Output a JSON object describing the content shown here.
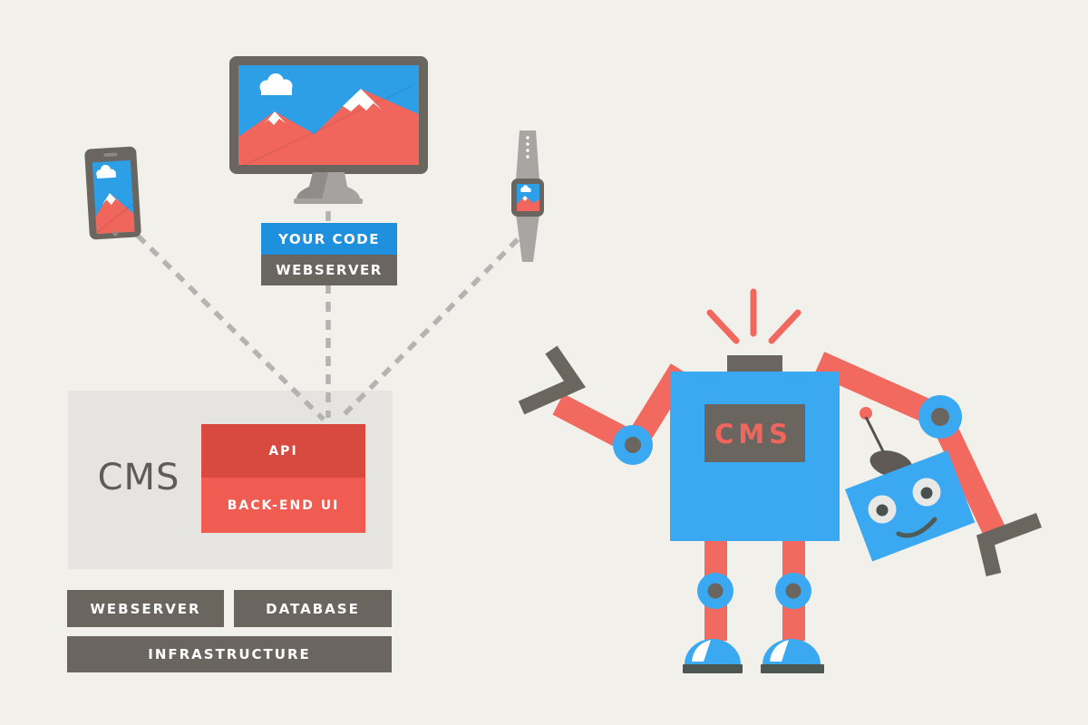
{
  "title": "Headless CMS architecture diagram with robot mascot",
  "colors": {
    "background": "#F2F0EA",
    "screen_blue": "#2D9FE6",
    "code_blue": "#1F90DE",
    "robot_blue": "#3BA9F1",
    "salmon_red": "#F0665C",
    "api_red": "#D8493F",
    "backend_red": "#F05C52",
    "dark_gray": "#6B6560",
    "light_gray_panel": "#E5E4E1",
    "dash_gray": "#B5B3B0"
  },
  "stack": {
    "your_code": "YOUR CODE",
    "webserver": "WEBSERVER"
  },
  "cms": {
    "label": "CMS",
    "api": "API",
    "backend_ui": "BACK-END UI",
    "webserver": "WEBSERVER",
    "database": "DATABASE",
    "infrastructure": "INFRASTRUCTURE"
  },
  "robot": {
    "chest_label": "CMS"
  },
  "devices": {
    "smartphone": "smartphone with image app",
    "desktop": "desktop monitor with image app",
    "smartwatch": "smartwatch with image app"
  }
}
